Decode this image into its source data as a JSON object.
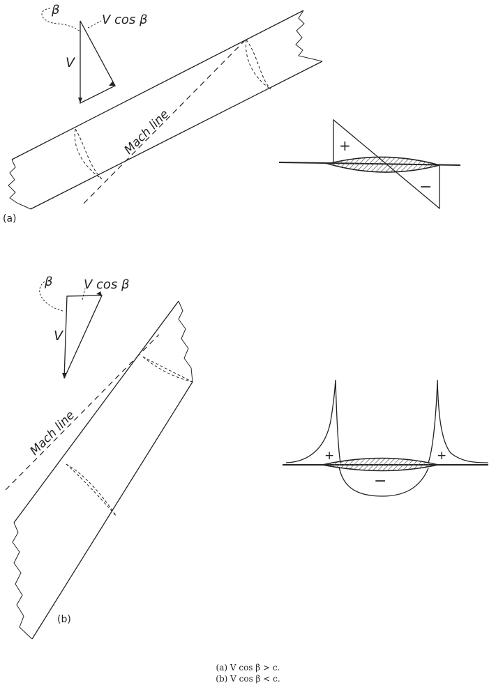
{
  "labels": {
    "beta": "β",
    "v": "V",
    "vcos": "V cos β",
    "mach": "Mach line",
    "plus": "+",
    "minus": "−"
  },
  "figure_a": {
    "tag": "(a)"
  },
  "figure_b": {
    "tag": "(b)"
  },
  "caption": {
    "line_a": "(a)  V cos β > c.",
    "line_b": "(b)  V cos β < c."
  },
  "colors": {
    "ink": "#222222",
    "hatch": "#555555"
  }
}
